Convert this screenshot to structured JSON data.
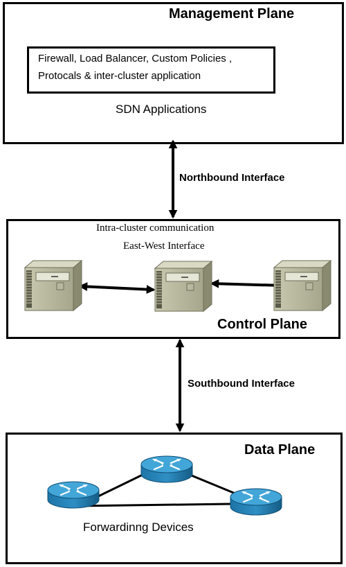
{
  "management_plane": {
    "title": "Management Plane",
    "apps_line1": "Firewall, Load Balancer, Custom Policies ,",
    "apps_line2": "Protocals & inter-cluster application",
    "caption": "SDN Applications"
  },
  "northbound": {
    "label": "Northbound Interface"
  },
  "control_plane": {
    "title": "Control Plane",
    "intra_label": "Intra-cluster communication",
    "east_west_label": "East-West Interface",
    "controllers": [
      {
        "id": "controller-left"
      },
      {
        "id": "controller-middle"
      },
      {
        "id": "controller-right"
      }
    ]
  },
  "southbound": {
    "label": "Southbound Interface"
  },
  "data_plane": {
    "title": "Data Plane",
    "caption": "Forwardinng Devices",
    "routers": [
      {
        "id": "router-top"
      },
      {
        "id": "router-left"
      },
      {
        "id": "router-right"
      }
    ]
  },
  "colors": {
    "server_body": "#b3b39a",
    "server_side": "#7c7c66",
    "router_top": "#3f9fd0",
    "router_side": "#1b6f9f",
    "line": "#000000"
  }
}
